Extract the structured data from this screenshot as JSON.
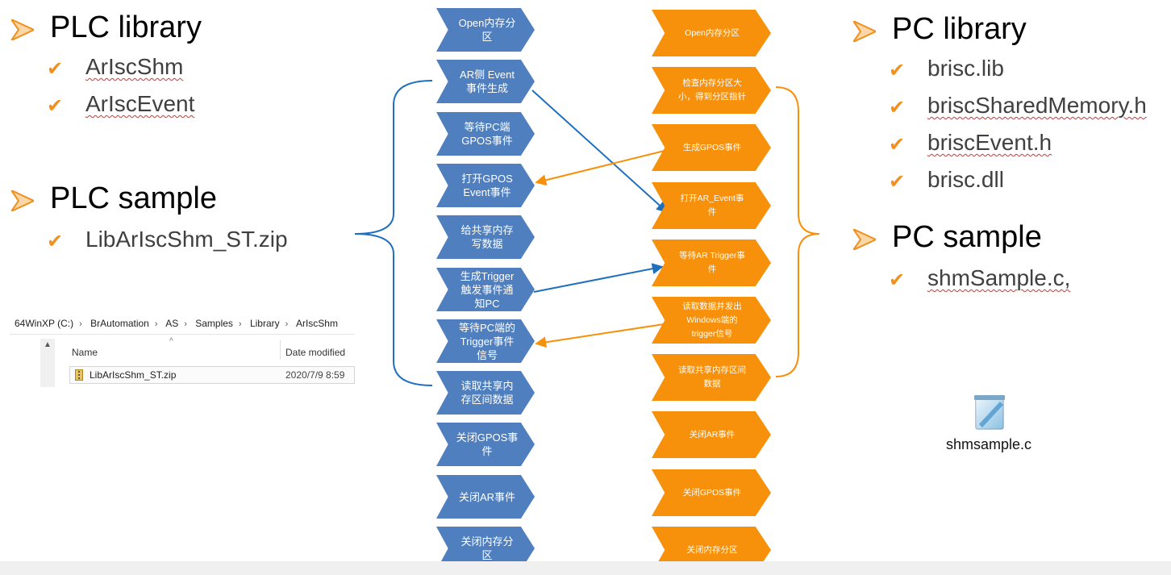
{
  "left": {
    "plc_library": {
      "title": "PLC library",
      "items": [
        "ArIscShm",
        "ArIscEvent"
      ]
    },
    "plc_sample": {
      "title": "PLC sample",
      "items": [
        "LibArIscShm_ST.zip"
      ]
    }
  },
  "explorer": {
    "breadcrumb": [
      "64WinXP  (C:)",
      "BrAutomation",
      "AS",
      "Samples",
      "Library",
      "ArIscShm"
    ],
    "columns": {
      "name": "Name",
      "date": "Date modified"
    },
    "file": {
      "name": "LibArIscShm_ST.zip",
      "date": "2020/7/9 8:59"
    }
  },
  "plc_flow": [
    [
      "Open内存分",
      "区"
    ],
    [
      "AR侧 Event",
      "事件生成"
    ],
    [
      "等待PC端",
      "GPOS事件"
    ],
    [
      "打开GPOS",
      "Event事件"
    ],
    [
      "给共享内存",
      "写数据"
    ],
    [
      "生成Trigger",
      "触发事件通",
      "知PC"
    ],
    [
      "等待PC端的",
      "Trigger事件",
      "信号"
    ],
    [
      "读取共享内",
      "存区间数据"
    ],
    [
      "关闭GPOS事",
      "件"
    ],
    [
      "关闭AR事件"
    ],
    [
      "关闭内存分",
      "区"
    ]
  ],
  "pc_flow": [
    [
      "Open内存分区"
    ],
    [
      "检查内存分区大",
      "小，得到分区指针"
    ],
    [
      "生成GPOS事件"
    ],
    [
      "打开AR_Event事",
      "件"
    ],
    [
      "等待AR Trigger事",
      "件"
    ],
    [
      "读取数据并发出",
      "Windows端的",
      "trigger信号"
    ],
    [
      "读取共享内存区间",
      "数据"
    ],
    [
      "关闭AR事件"
    ],
    [
      "关闭GPOS事件"
    ],
    [
      "关闭内存分区"
    ]
  ],
  "right": {
    "pc_library": {
      "title": "PC library",
      "items": [
        "brisc.lib",
        "briscSharedMemory.h",
        "briscEvent.h",
        "brisc.dll"
      ]
    },
    "pc_sample": {
      "title": "PC sample",
      "items": [
        "shmSample.c,"
      ]
    }
  },
  "file_icon_label": "shmsample.c",
  "colors": {
    "blue_step": "#4f7fbf",
    "orange_step": "#f7900a",
    "blue_arrow": "#1f6fbf",
    "orange_arrow": "#f7900a",
    "check": "#f0901e"
  }
}
